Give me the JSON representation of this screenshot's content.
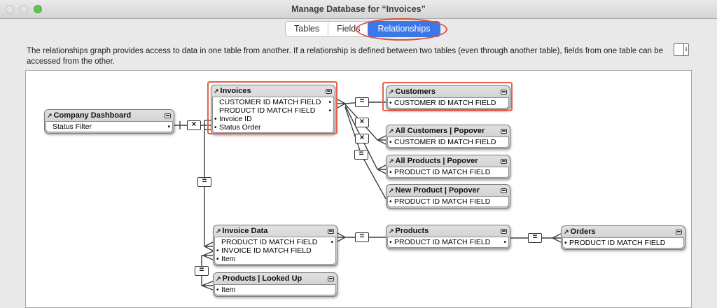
{
  "window": {
    "title": "Manage Database for “Invoices”",
    "traffic_lights": [
      "close",
      "minimize",
      "zoom"
    ]
  },
  "tabs": {
    "items": [
      {
        "label": "Tables",
        "selected": false
      },
      {
        "label": "Fields",
        "selected": false
      },
      {
        "label": "Relationships",
        "selected": true
      }
    ]
  },
  "description": {
    "text": "The relationships graph provides access to data in one table from another. If a relationship is defined between two tables (even through another table), fields from one table can be accessed from the other."
  },
  "info_button": {
    "glyph": "i"
  },
  "colors": {
    "selected_tab_blue": "#3b77e8",
    "annotation_red": "#d9503a",
    "table_highlight_red": "#e8604a"
  },
  "graph": {
    "tables": [
      {
        "name": "Company Dashboard",
        "fields": [
          {
            "text": "Status Filter",
            "left": "",
            "right": "•"
          }
        ]
      },
      {
        "name": "Invoices",
        "highlighted": true,
        "fields": [
          {
            "text": "CUSTOMER ID MATCH FIELD",
            "left": "",
            "right": "•"
          },
          {
            "text": "PRODUCT ID MATCH FIELD",
            "left": "",
            "right": "•"
          },
          {
            "text": "Invoice ID",
            "left": "•",
            "right": ""
          },
          {
            "text": "Status Order",
            "left": "•",
            "right": ""
          }
        ]
      },
      {
        "name": "Customers",
        "highlighted": true,
        "fields": [
          {
            "text": "CUSTOMER ID MATCH FIELD",
            "left": "•",
            "right": ""
          }
        ]
      },
      {
        "name": "All Customers | Popover",
        "fields": [
          {
            "text": "CUSTOMER ID MATCH FIELD",
            "left": "•",
            "right": ""
          }
        ]
      },
      {
        "name": "All Products | Popover",
        "fields": [
          {
            "text": "PRODUCT ID MATCH FIELD",
            "left": "•",
            "right": ""
          }
        ]
      },
      {
        "name": "New Product | Popover",
        "fields": [
          {
            "text": "PRODUCT ID MATCH FIELD",
            "left": "•",
            "right": ""
          }
        ]
      },
      {
        "name": "Invoice Data",
        "fields": [
          {
            "text": "PRODUCT ID MATCH FIELD",
            "left": "",
            "right": "•"
          },
          {
            "text": "INVOICE ID MATCH FIELD",
            "left": "•",
            "right": ""
          },
          {
            "text": "Item",
            "left": "•",
            "right": ""
          }
        ]
      },
      {
        "name": "Products | Looked Up",
        "fields": [
          {
            "text": "Item",
            "left": "•",
            "right": ""
          }
        ]
      },
      {
        "name": "Products",
        "fields": [
          {
            "text": "PRODUCT ID MATCH FIELD",
            "left": "•",
            "right": "•"
          }
        ]
      },
      {
        "name": "Orders",
        "fields": [
          {
            "text": "PRODUCT ID MATCH FIELD",
            "left": "•",
            "right": ""
          }
        ]
      }
    ],
    "operators": {
      "dashboard_invoices": "×",
      "invoices_customers": "=",
      "invoices_all_customers": "×",
      "invoices_all_products": "×",
      "invoices_new_product": "=",
      "invoices_invoice_data": "=",
      "invoice_data_products": "=",
      "products_orders": "=",
      "invoice_data_products_looked_up": "="
    }
  }
}
